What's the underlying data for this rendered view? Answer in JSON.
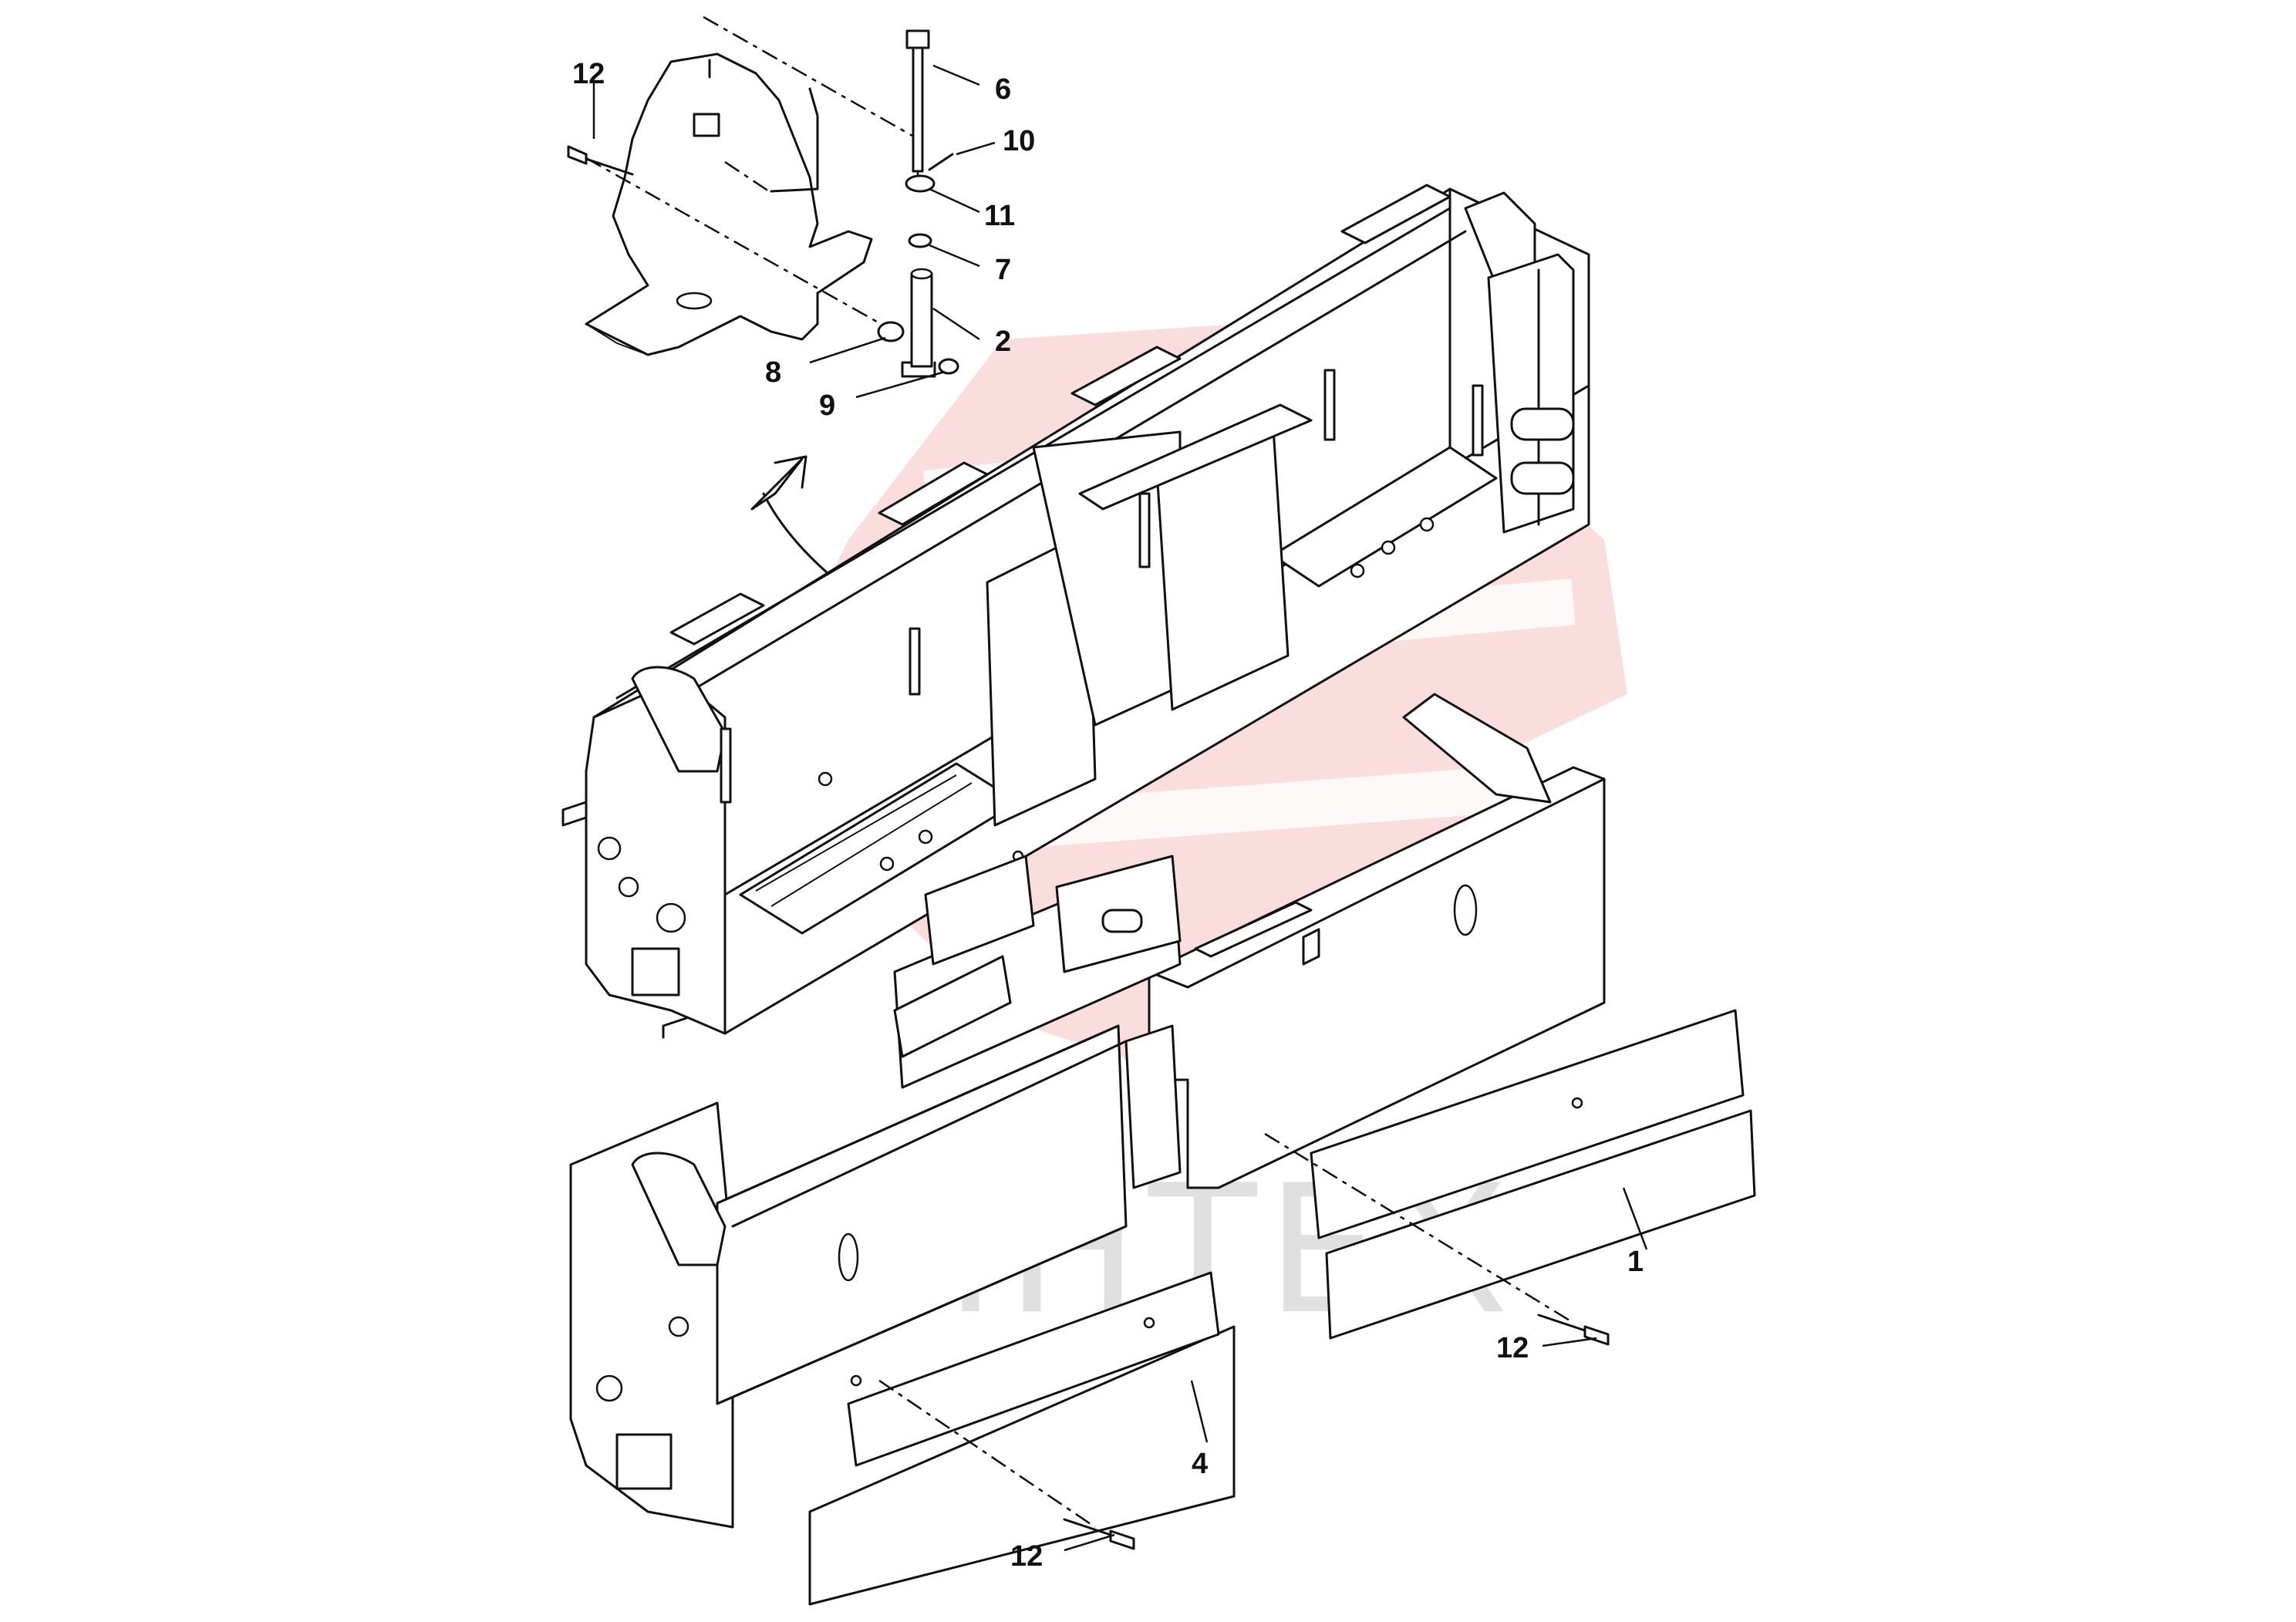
{
  "diagram": {
    "callouts": [
      {
        "id": "c12a",
        "label": "12"
      },
      {
        "id": "c6",
        "label": "6"
      },
      {
        "id": "c10",
        "label": "10"
      },
      {
        "id": "c11",
        "label": "11"
      },
      {
        "id": "c7",
        "label": "7"
      },
      {
        "id": "c2",
        "label": "2"
      },
      {
        "id": "c8",
        "label": "8"
      },
      {
        "id": "c9",
        "label": "9"
      },
      {
        "id": "c1",
        "label": "1"
      },
      {
        "id": "c12b",
        "label": "12"
      },
      {
        "id": "c4",
        "label": "4"
      },
      {
        "id": "c12c",
        "label": "12"
      }
    ]
  },
  "watermark": {
    "text": "ИНТЕХ",
    "color": "#f3a7a7"
  }
}
